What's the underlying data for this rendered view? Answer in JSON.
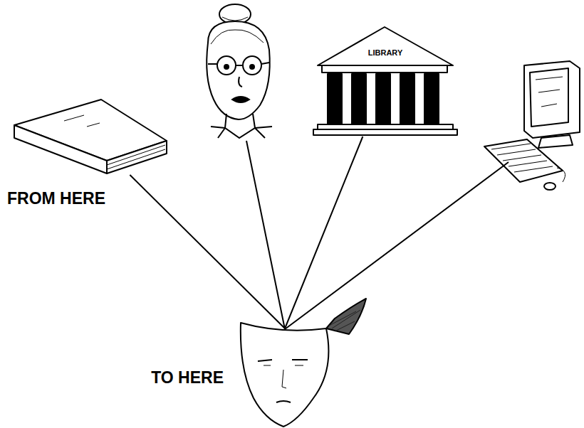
{
  "diagram": {
    "nodes": [
      {
        "text": [
          "FROM HERE"
        ]
      },
      {
        "text": [
          "LIBRARY"
        ]
      },
      {
        "text": [
          "TO HERE"
        ]
      }
    ],
    "edges": [
      {
        "from": 0,
        "to": 2,
        "arrow": "none"
      },
      {
        "from": 1,
        "to": 2,
        "arrow": "none"
      }
    ]
  }
}
